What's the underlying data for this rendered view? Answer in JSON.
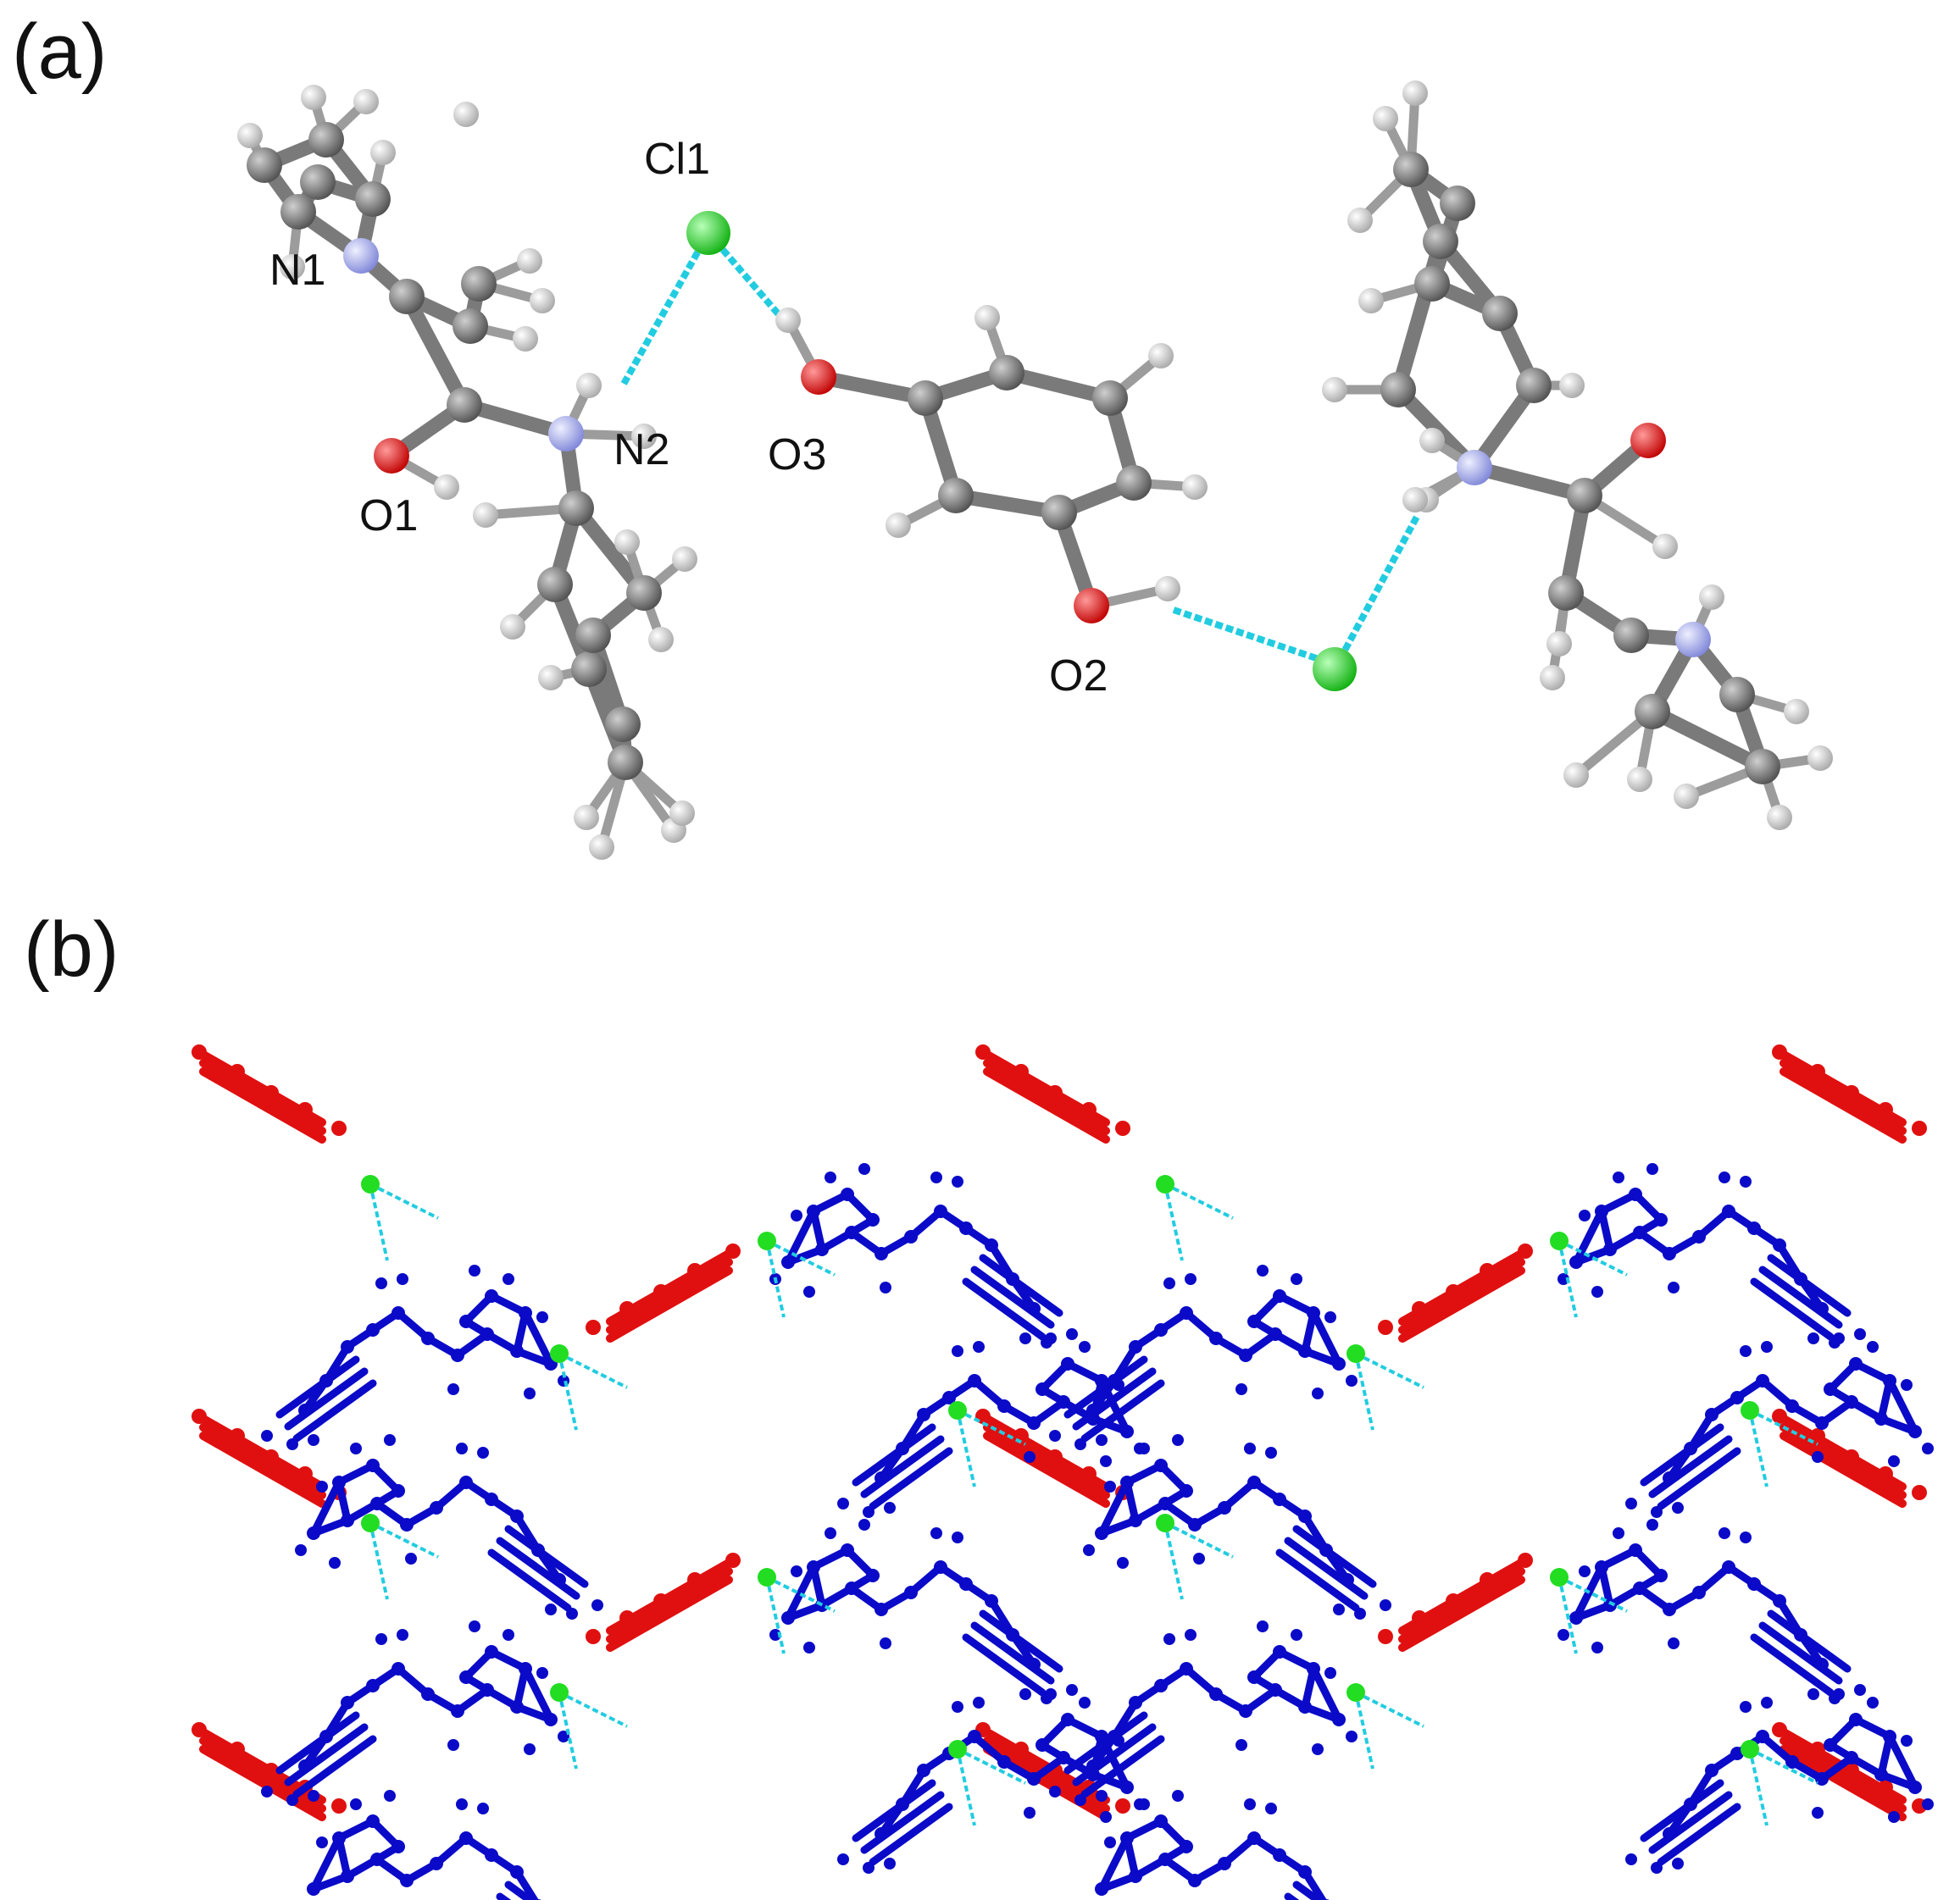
{
  "panels": [
    {
      "label": "(a)"
    },
    {
      "label": "(b)"
    }
  ],
  "atom_labels": [
    "Cl1",
    "N1",
    "N2",
    "O1",
    "O3",
    "O2"
  ],
  "colors": {
    "background": "#ffffff",
    "carbon": "#6e6e6e",
    "hydrogen": "#d8d8d8",
    "nitrogen": "#aab0f0",
    "oxygen": "#e00000",
    "chlorine": "#22dd22",
    "hbond": "#22cce0",
    "cation_packing": "#0a0ac8",
    "anion_packing": "#e01010"
  }
}
